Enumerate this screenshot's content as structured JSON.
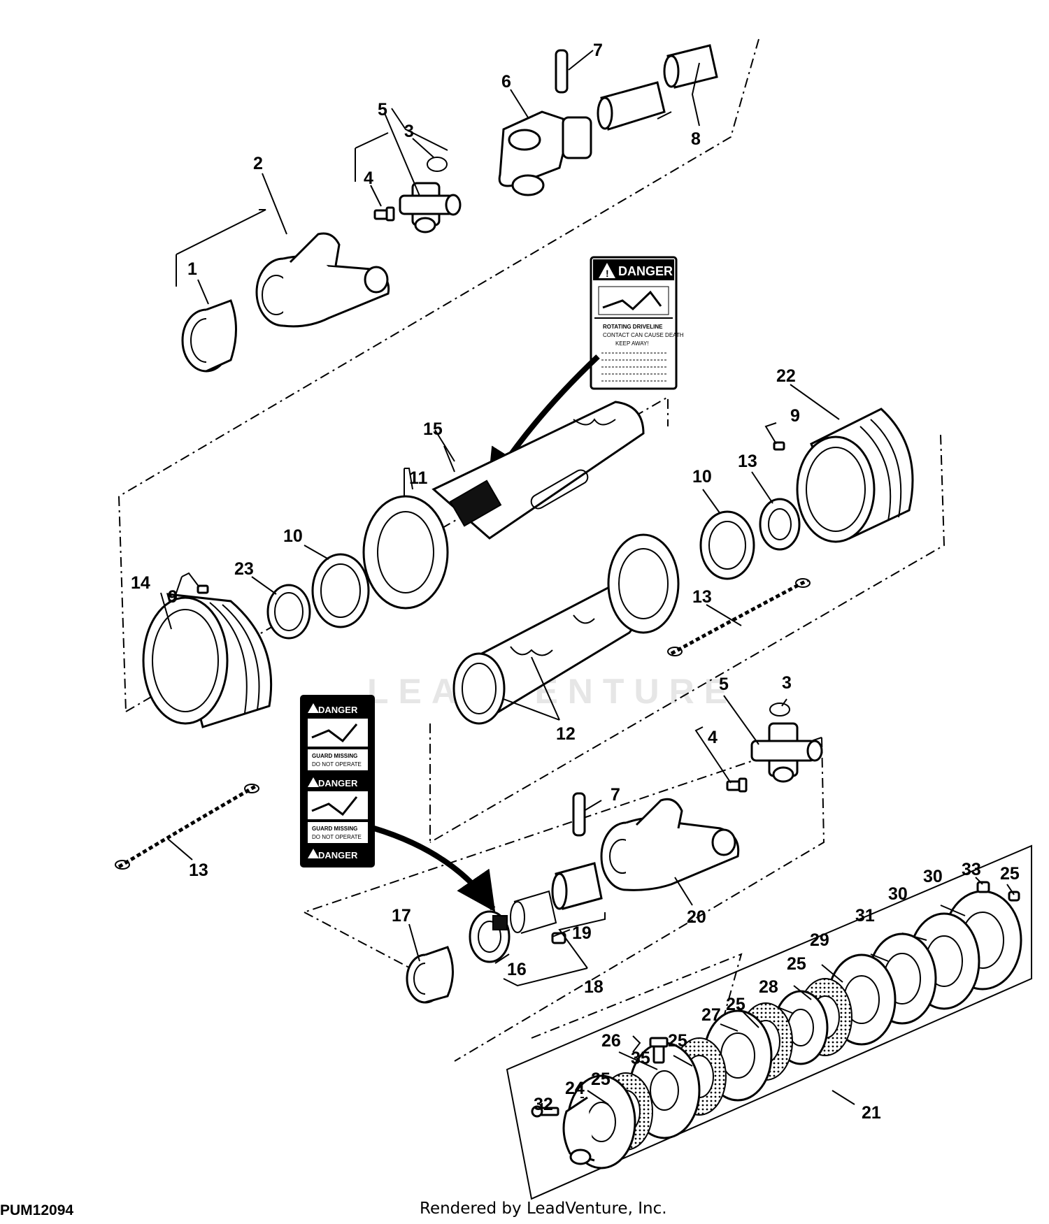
{
  "diagram_id": "PUM12094",
  "credit": "Rendered by LeadVenture, Inc.",
  "watermark": "LEADVENTURE",
  "decals": {
    "top": {
      "header": "DANGER",
      "title": "ROTATING DRIVELINE",
      "subtitle": "CONTACT CAN CAUSE DEATH",
      "subtitle2": "KEEP AWAY!"
    },
    "left": {
      "header1": "DANGER",
      "text1a": "GUARD MISSING",
      "text1b": "DO NOT OPERATE",
      "header2": "DANGER",
      "text2a": "GUARD MISSING",
      "text2b": "DO NOT OPERATE",
      "header3": "DANGER"
    }
  },
  "callouts": [
    {
      "id": "c1",
      "label": "1"
    },
    {
      "id": "c2",
      "label": "2"
    },
    {
      "id": "c3a",
      "label": "3"
    },
    {
      "id": "c4a",
      "label": "4"
    },
    {
      "id": "c5a",
      "label": "5"
    },
    {
      "id": "c6",
      "label": "6"
    },
    {
      "id": "c7a",
      "label": "7"
    },
    {
      "id": "c8",
      "label": "8"
    },
    {
      "id": "c22",
      "label": "22"
    },
    {
      "id": "c9a",
      "label": "9"
    },
    {
      "id": "c15",
      "label": "15"
    },
    {
      "id": "c11",
      "label": "11"
    },
    {
      "id": "c13a",
      "label": "13"
    },
    {
      "id": "c10a",
      "label": "10"
    },
    {
      "id": "c10b",
      "label": "10"
    },
    {
      "id": "c23",
      "label": "23"
    },
    {
      "id": "c14",
      "label": "14"
    },
    {
      "id": "c9b",
      "label": "9"
    },
    {
      "id": "c13b",
      "label": "13"
    },
    {
      "id": "c12",
      "label": "12"
    },
    {
      "id": "c5b",
      "label": "5"
    },
    {
      "id": "c3b",
      "label": "3"
    },
    {
      "id": "c4b",
      "label": "4"
    },
    {
      "id": "c7b",
      "label": "7"
    },
    {
      "id": "c13c",
      "label": "13"
    },
    {
      "id": "c20",
      "label": "20"
    },
    {
      "id": "c17",
      "label": "17"
    },
    {
      "id": "c19",
      "label": "19"
    },
    {
      "id": "c16",
      "label": "16"
    },
    {
      "id": "c18",
      "label": "18"
    },
    {
      "id": "c33",
      "label": "33"
    },
    {
      "id": "c25a",
      "label": "25"
    },
    {
      "id": "c30a",
      "label": "30"
    },
    {
      "id": "c30b",
      "label": "30"
    },
    {
      "id": "c31",
      "label": "31"
    },
    {
      "id": "c29",
      "label": "29"
    },
    {
      "id": "c25b",
      "label": "25"
    },
    {
      "id": "c28",
      "label": "28"
    },
    {
      "id": "c27",
      "label": "27"
    },
    {
      "id": "c25c",
      "label": "25"
    },
    {
      "id": "c26",
      "label": "26"
    },
    {
      "id": "c25d",
      "label": "25"
    },
    {
      "id": "c35",
      "label": "35"
    },
    {
      "id": "c24",
      "label": "24"
    },
    {
      "id": "c25e",
      "label": "25"
    },
    {
      "id": "c32",
      "label": "32"
    },
    {
      "id": "c21",
      "label": "21"
    }
  ]
}
